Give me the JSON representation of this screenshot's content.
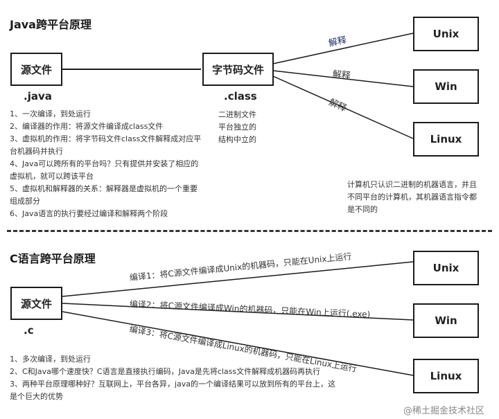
{
  "java": {
    "title": "Java跨平台原理",
    "source_box": "源文件",
    "source_ext": ".java",
    "bytecode_box": "字节码文件",
    "bytecode_ext": ".class",
    "bytecode_notes": [
      "二进制文件",
      "平台独立的",
      "结构中立的"
    ],
    "platforms": [
      "Unix",
      "Win",
      "Linux"
    ],
    "edge_label": "解释",
    "notes": [
      "1、一次编译，到处运行",
      "2、编译器的作用：将源文件编译成class文件",
      "3、虚拟机的作用：将字节码文件class文件解释成对应平",
      "台机器码并执行",
      "4、Java可以跨所有的平台吗？只有提供并安装了相应的",
      "虚拟机，就可以跨该平台",
      "5、虚拟机和解释器的关系：解释器是虚拟机的一个重要",
      "组成部分",
      "6、Java语言的执行要经过编译和解释两个阶段"
    ],
    "side_note": [
      "计算机只认识二进制的机器语言，并且",
      "不同平台的计算机，其机器语言指令都",
      "是不同的"
    ]
  },
  "c": {
    "title": "C语言跨平台原理",
    "source_box": "源文件",
    "source_ext": ".c",
    "platforms": [
      "Unix",
      "Win",
      "Linux"
    ],
    "edge_labels": [
      "编译1：将C源文件编译成Unix的机器码，只能在Unix上运行",
      "编译2：将C源文件编译成Win的机器码，只能在Win上运行(.exe)",
      "编译3：将C源文件编译成Linux的机器码，只能在Linux上运行"
    ],
    "notes": [
      "1、多次编译，到处运行",
      "2、C和Java哪个速度快？C语言是直接执行编码，Java是先将class文件解释成机器码再执行",
      "3、两种平台原理哪种好？互联网上，平台各异，java的一个编译结果可以放到所有的平台上，这",
      "是个巨大的优势"
    ]
  },
  "watermark": "@稀土掘金技术社区",
  "colors": {
    "edge_label_java": "#1f2d6b",
    "line": "#1a1a1a"
  }
}
